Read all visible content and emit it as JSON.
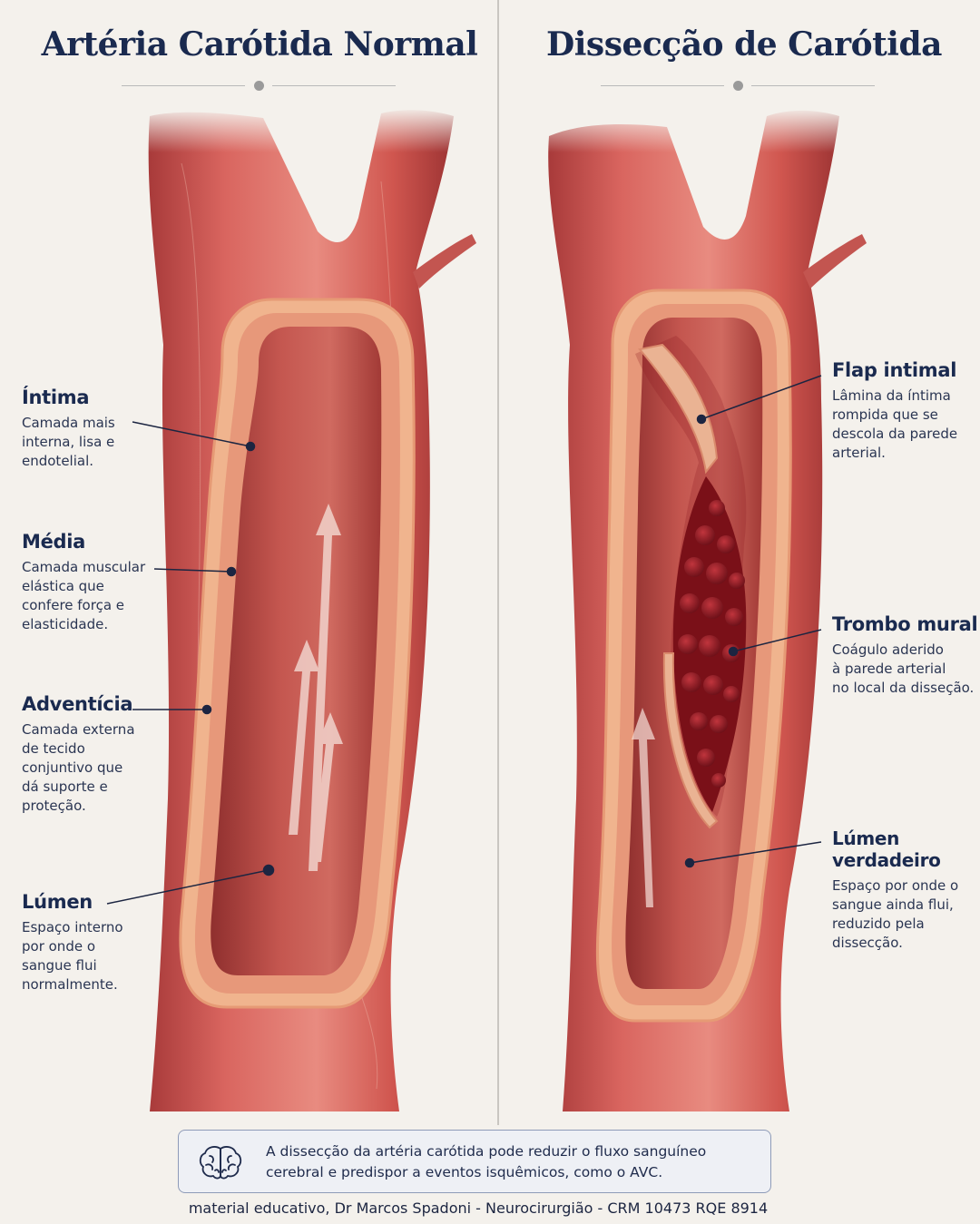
{
  "titles": {
    "left": "Artéria Carótida Normal",
    "right": "Dissecção de Carótida"
  },
  "left_labels": [
    {
      "title": "Íntima",
      "text": "Camada mais\ninterna, lisa e\nendotelial."
    },
    {
      "title": "Média",
      "text": "Camada muscular\nelástica que\nconfere força e\nelasticidade."
    },
    {
      "title": "Adventícia",
      "text": "Camada externa\nde tecido\nconjuntivo que\ndá suporte e\nproteção."
    },
    {
      "title": "Lúmen",
      "text": "Espaço interno\npor onde o\nsangue flui\nnormalmente."
    }
  ],
  "right_labels": [
    {
      "title": "Flap intimal",
      "text": "Lâmina da íntima\nrompida que se\ndescola da parede\narterial."
    },
    {
      "title": "Trombo mural",
      "text": "Coágulo aderido\nà parede arterial\nno local da disseção."
    },
    {
      "title": "Lúmen verdadeiro",
      "text": "Espaço por onde o\nsangue ainda flui,\nreduzido pela\ndissecção."
    }
  ],
  "note": "A dissecção da artéria carótida pode reduzir o fluxo sanguíneo cerebral e predispor a eventos isquêmicos, como o AVC.",
  "footer": "material educativo, Dr Marcos Spadoni - Neurocirurgião - CRM 10473 RQE 8914",
  "icons": {
    "note_icon": "brain-icon"
  },
  "colors": {
    "title": "#1a2a4f",
    "artery": "#c9504f",
    "wall": "#e9a57f",
    "lumen": "#b94842",
    "thrombus": "#8a1820"
  }
}
